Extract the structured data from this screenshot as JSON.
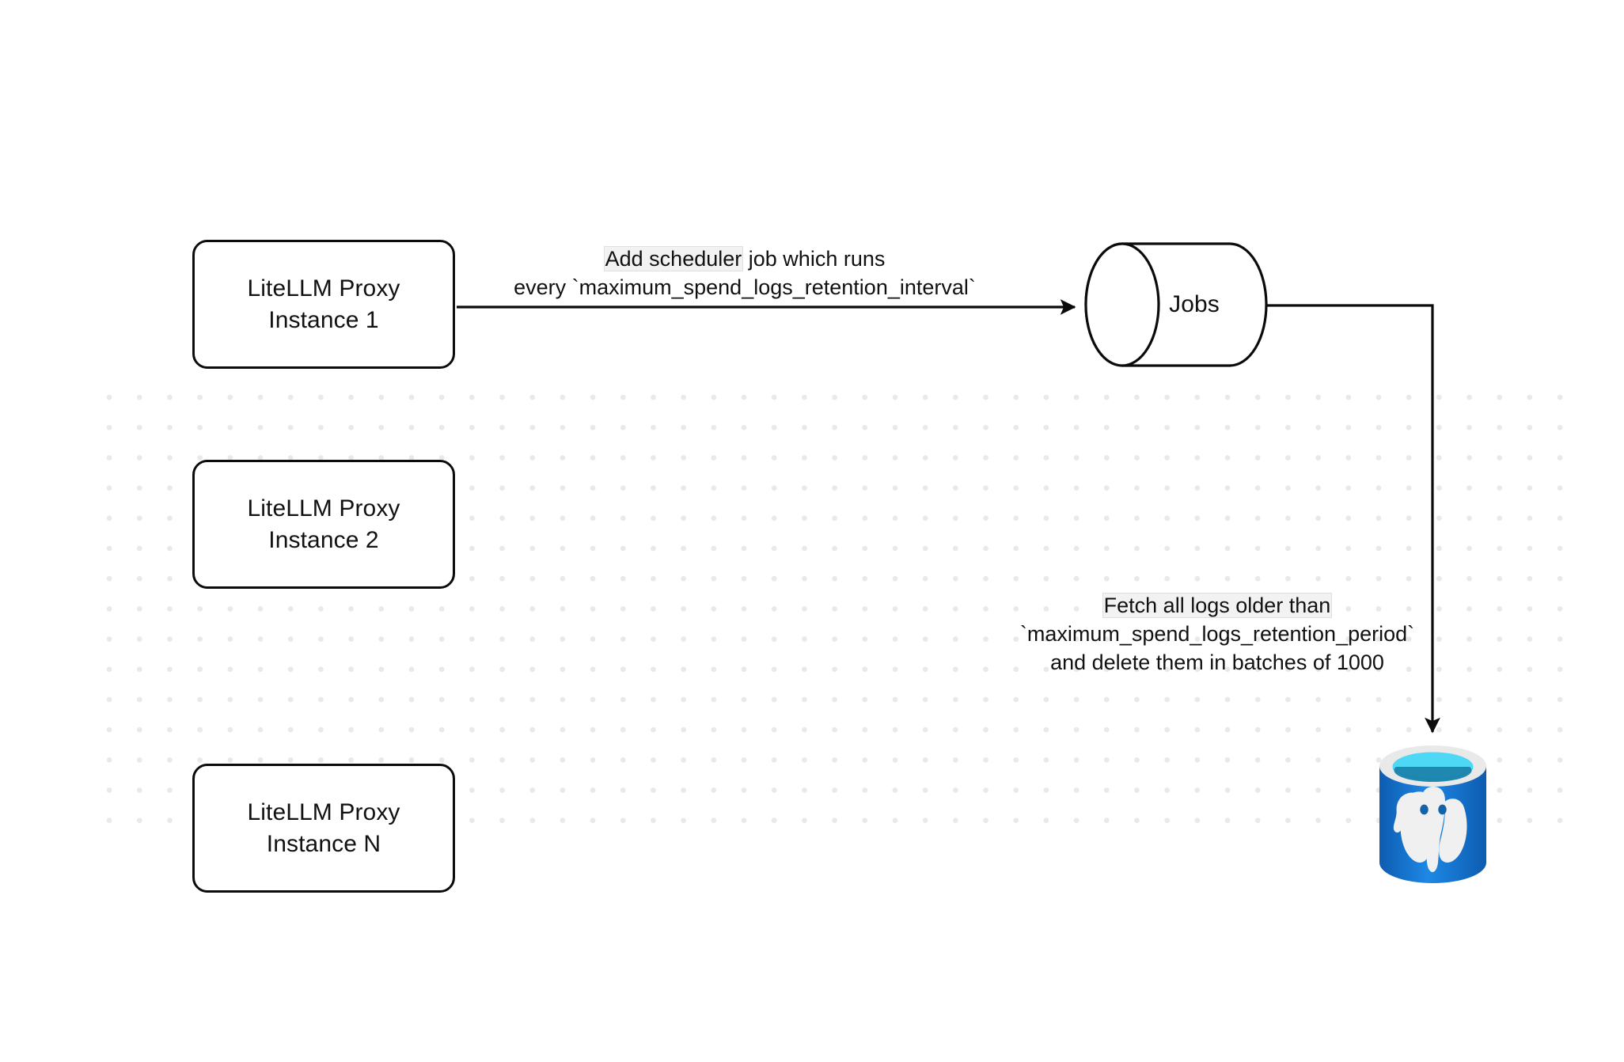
{
  "diagram": {
    "title": "LiteLLM spend logs retention scheduler flow",
    "background_color": "#ffffff",
    "grid_dot_color": "#e9e9ea",
    "stroke_color": "#0b0b0b"
  },
  "nodes": {
    "proxy_instances": [
      {
        "id": "proxy-1",
        "line1": "LiteLLM Proxy",
        "line2": "Instance 1"
      },
      {
        "id": "proxy-2",
        "line1": "LiteLLM Proxy",
        "line2": "Instance 2"
      },
      {
        "id": "proxy-3",
        "line1": "LiteLLM Proxy",
        "line2": "Instance N"
      }
    ],
    "jobs_queue": {
      "label": "Jobs",
      "shape": "cylinder"
    },
    "database": {
      "name": "postgresql-database",
      "icon": "postgresql-elephant-icon",
      "colors": {
        "body_top": "#1e88e5",
        "body_bottom": "#0d5cb0",
        "rim": "#e9e9e9",
        "liquid": "#4dd8f5",
        "liquid_shadow": "#1b84ad",
        "elephant": "#f0f0f0"
      }
    }
  },
  "edges": [
    {
      "id": "edge-scheduler",
      "from": "proxy-1",
      "to": "jobs_queue",
      "label_lines": [
        "Add scheduler job which runs",
        "every `maximum_spend_logs_retention_interval`"
      ],
      "label_highlight": "Add scheduler"
    },
    {
      "id": "edge-retention",
      "from": "jobs_queue",
      "to": "database",
      "label_lines": [
        "Fetch all logs older than",
        "`maximum_spend_logs_retention_period`",
        "and delete them in batches of 1000"
      ],
      "label_highlight": "Fetch all logs older than",
      "batch_size": 1000
    }
  ]
}
